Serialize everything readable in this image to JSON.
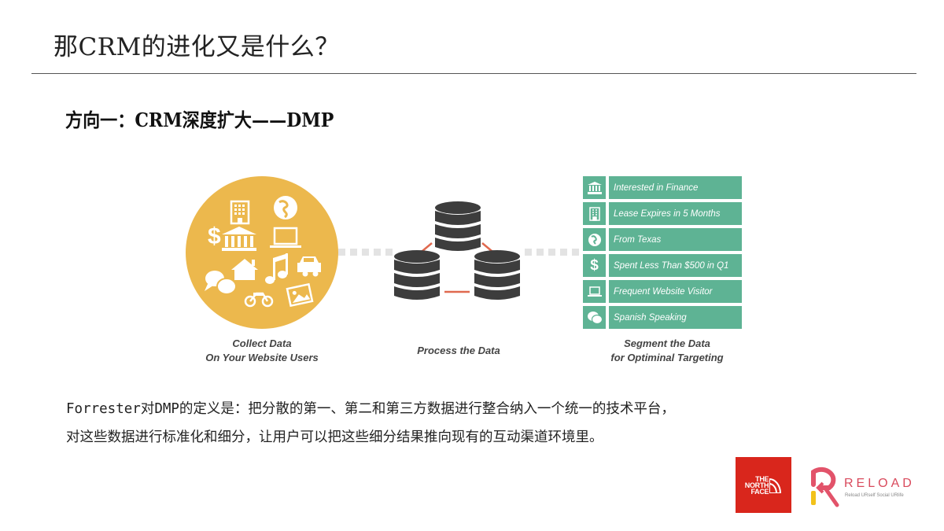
{
  "header": {
    "title": "那CRM的进化又是什么？"
  },
  "section": {
    "subtitle": "方向一：CRM深度扩大——DMP"
  },
  "diagram": {
    "colors": {
      "collect_circle": "#ecb84d",
      "database": "#3d3d3d",
      "db_links": "#e0694f",
      "segments": "#5eb394",
      "connector_dots": "#e3e3e3"
    },
    "collect": {
      "caption_line1": "Collect Data",
      "caption_line2": "On Your Website Users",
      "icons": [
        "building-icon",
        "globe-icon",
        "dollar-icon",
        "bank-icon",
        "laptop-icon",
        "house-icon",
        "music-note-icon",
        "car-icon",
        "chat-bubbles-icon",
        "motorcycle-icon",
        "picture-icon"
      ]
    },
    "process": {
      "caption": "Process the Data"
    },
    "segment": {
      "caption_line1": "Segment the Data",
      "caption_line2": "for Optiminal Targeting",
      "items": [
        {
          "icon": "bank-icon",
          "label": "Interested in Finance"
        },
        {
          "icon": "building-icon",
          "label": "Lease Expires in 5 Months"
        },
        {
          "icon": "globe-icon",
          "label": "From Texas"
        },
        {
          "icon": "dollar-icon",
          "label": "Spent Less Than $500 in Q1"
        },
        {
          "icon": "laptop-icon",
          "label": "Frequent Website Visitor"
        },
        {
          "icon": "chat-bubbles-icon",
          "label": "Spanish Speaking"
        }
      ]
    }
  },
  "definition": {
    "line1": "Forrester对DMP的定义是：把分散的第一、第二和第三方数据进行整合纳入一个统一的技术平台，",
    "line2": "对这些数据进行标准化和细分，让用户可以把这些细分结果推向现有的互动渠道环境里。"
  },
  "logos": {
    "tnf": {
      "line1": "THE",
      "line2": "NORTH",
      "line3": "FACE",
      "color": "#d9261c"
    },
    "reload": {
      "word": "RELOAD",
      "tagline": "Reload URself  Social URlife",
      "color": "#d94a5c"
    }
  }
}
